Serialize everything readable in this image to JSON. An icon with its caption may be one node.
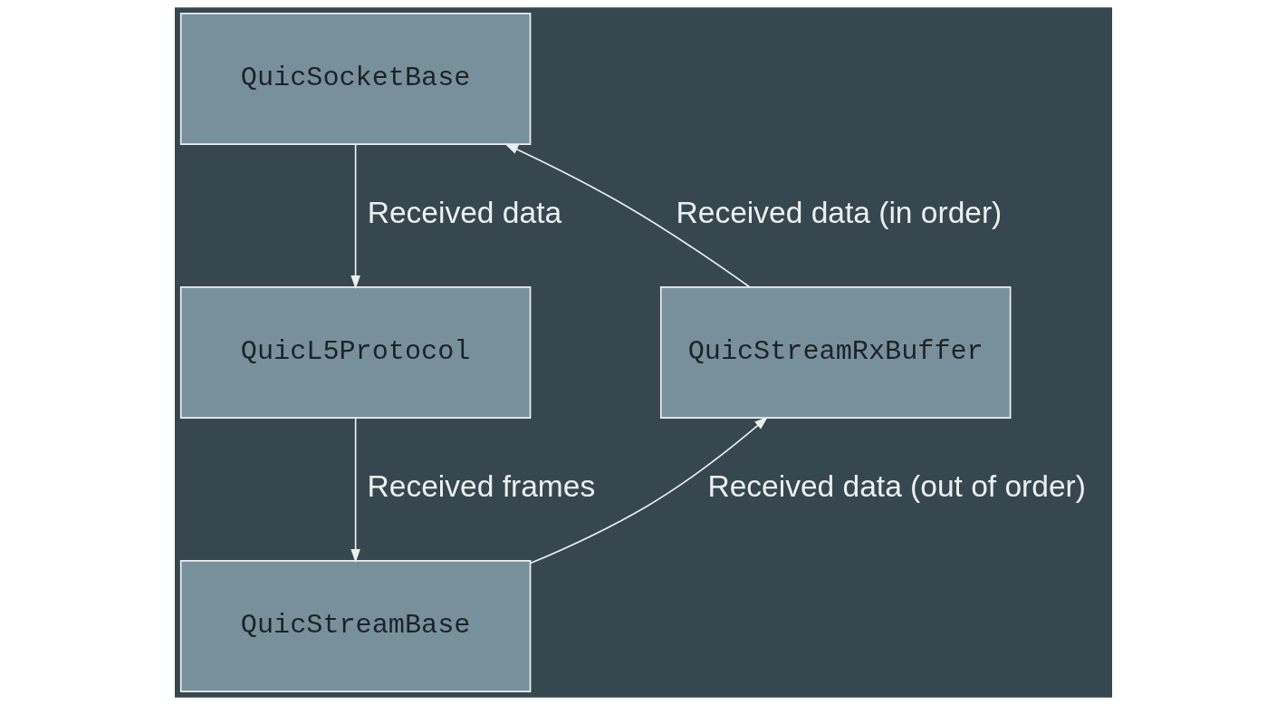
{
  "diagram": {
    "nodes": [
      {
        "text": [
          "QuicSocketBase"
        ]
      },
      {
        "text": [
          "QuicL5Protocol"
        ]
      },
      {
        "text": [
          "QuicStreamRxBuffer"
        ]
      },
      {
        "text": [
          "QuicStreamBase"
        ]
      }
    ],
    "edges": [
      {
        "from": 0,
        "to": 1,
        "arrow": "to",
        "label": "Received data"
      },
      {
        "from": 1,
        "to": 3,
        "arrow": "to",
        "label": "Received frames"
      },
      {
        "from": 3,
        "to": 2,
        "arrow": "to",
        "label": "Received data (out of order)"
      },
      {
        "from": 2,
        "to": 0,
        "arrow": "to",
        "label": "Received data (in order)"
      }
    ]
  }
}
